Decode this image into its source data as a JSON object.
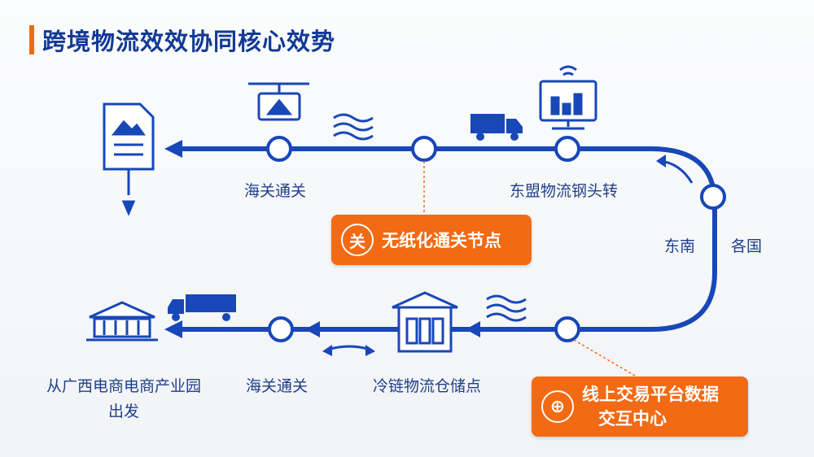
{
  "title": "跨境物流效效协同核心效势",
  "labels": {
    "customs_top": "海关通关",
    "asean_transfer": "东盟物流钢头转",
    "southeast": "东南",
    "countries": "各国",
    "origin_line1": "从广西电商电商产业园",
    "origin_line2": "出发",
    "customs_bottom": "海关通关",
    "cold_chain": "冷链物流仓储点"
  },
  "badges": {
    "paperless": {
      "icon_char": "关",
      "text": "无纸化通关节点"
    },
    "platform": {
      "line1": "线上交易平台数据",
      "line2": "交互中心"
    }
  },
  "colors": {
    "route": "#1747b8",
    "accent": "#f26a13",
    "title": "#123a96"
  }
}
